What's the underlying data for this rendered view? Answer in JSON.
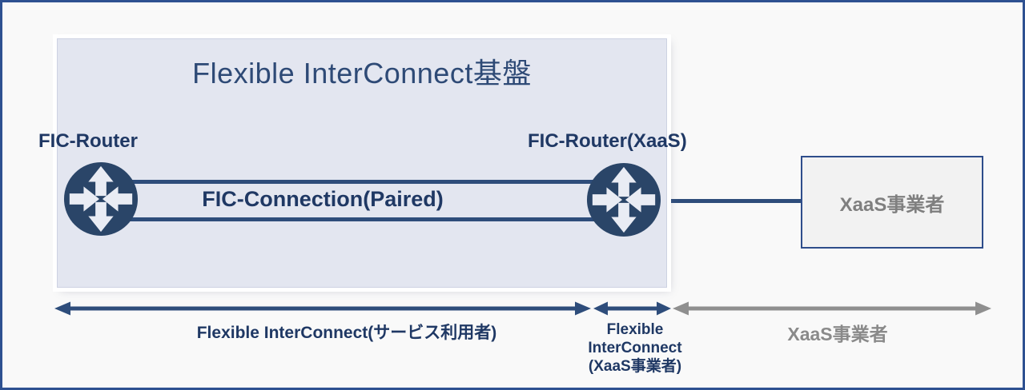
{
  "diagram": {
    "platform_title": "Flexible InterConnect基盤",
    "left_router_label": "FIC-Router",
    "right_router_label": "FIC-Router(XaaS)",
    "connection_label": "FIC-Connection(Paired)",
    "xaas_box_label": "XaaS事業者",
    "span_service_user_label": "Flexible InterConnect(サービス利用者)",
    "span_xaas_line1": "Flexible",
    "span_xaas_line2": "InterConnect",
    "span_xaas_line3": "(XaaS事業者)",
    "span_provider_label": "XaaS事業者"
  },
  "colors": {
    "navy_text": "#1F3864",
    "title_navy": "#2E4A76",
    "line_navy": "#2E4D7B",
    "router_fill": "#2A4568",
    "router_arrow": "#E9ECF4",
    "outer_border": "#2E5191",
    "panel_fill": "#E3E6F0",
    "arrow_gray": "#8F8F8F",
    "gray_label": "#8A8A8A",
    "box_fill": "#F2F2F2",
    "box_border": "#2E4D8B",
    "box_text": "#7F7F7F",
    "page_bg": "#F9F9F9"
  }
}
